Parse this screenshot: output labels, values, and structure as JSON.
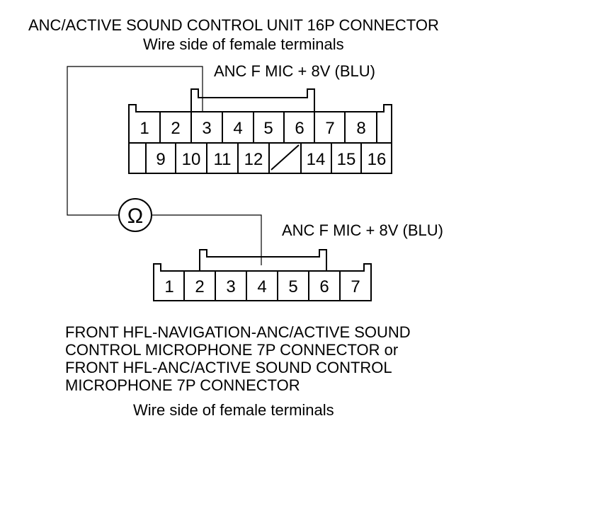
{
  "top_connector": {
    "title": "ANC/ACTIVE SOUND CONTROL UNIT 16P CONNECTOR",
    "subtitle": "Wire side of female terminals",
    "probe_label": "ANC F MIC + 8V (BLU)",
    "row1_pins": [
      "1",
      "2",
      "3",
      "4",
      "5",
      "6",
      "7",
      "8",
      ""
    ],
    "row2_pins": [
      "",
      "9",
      "10",
      "11",
      "12",
      "",
      "14",
      "15",
      "16"
    ],
    "probe_pin": "3"
  },
  "meter": {
    "symbol": "Ω",
    "icon": "ohmmeter-icon"
  },
  "bottom_connector": {
    "probe_label": "ANC F MIC + 8V (BLU)",
    "pins": [
      "1",
      "2",
      "3",
      "4",
      "5",
      "6",
      "7"
    ],
    "probe_pin": "4",
    "title_lines": [
      "FRONT HFL-NAVIGATION-ANC/ACTIVE SOUND",
      "CONTROL MICROPHONE 7P CONNECTOR or",
      "FRONT HFL-ANC/ACTIVE SOUND CONTROL",
      "MICROPHONE 7P CONNECTOR"
    ],
    "subtitle": "Wire side of female terminals"
  }
}
